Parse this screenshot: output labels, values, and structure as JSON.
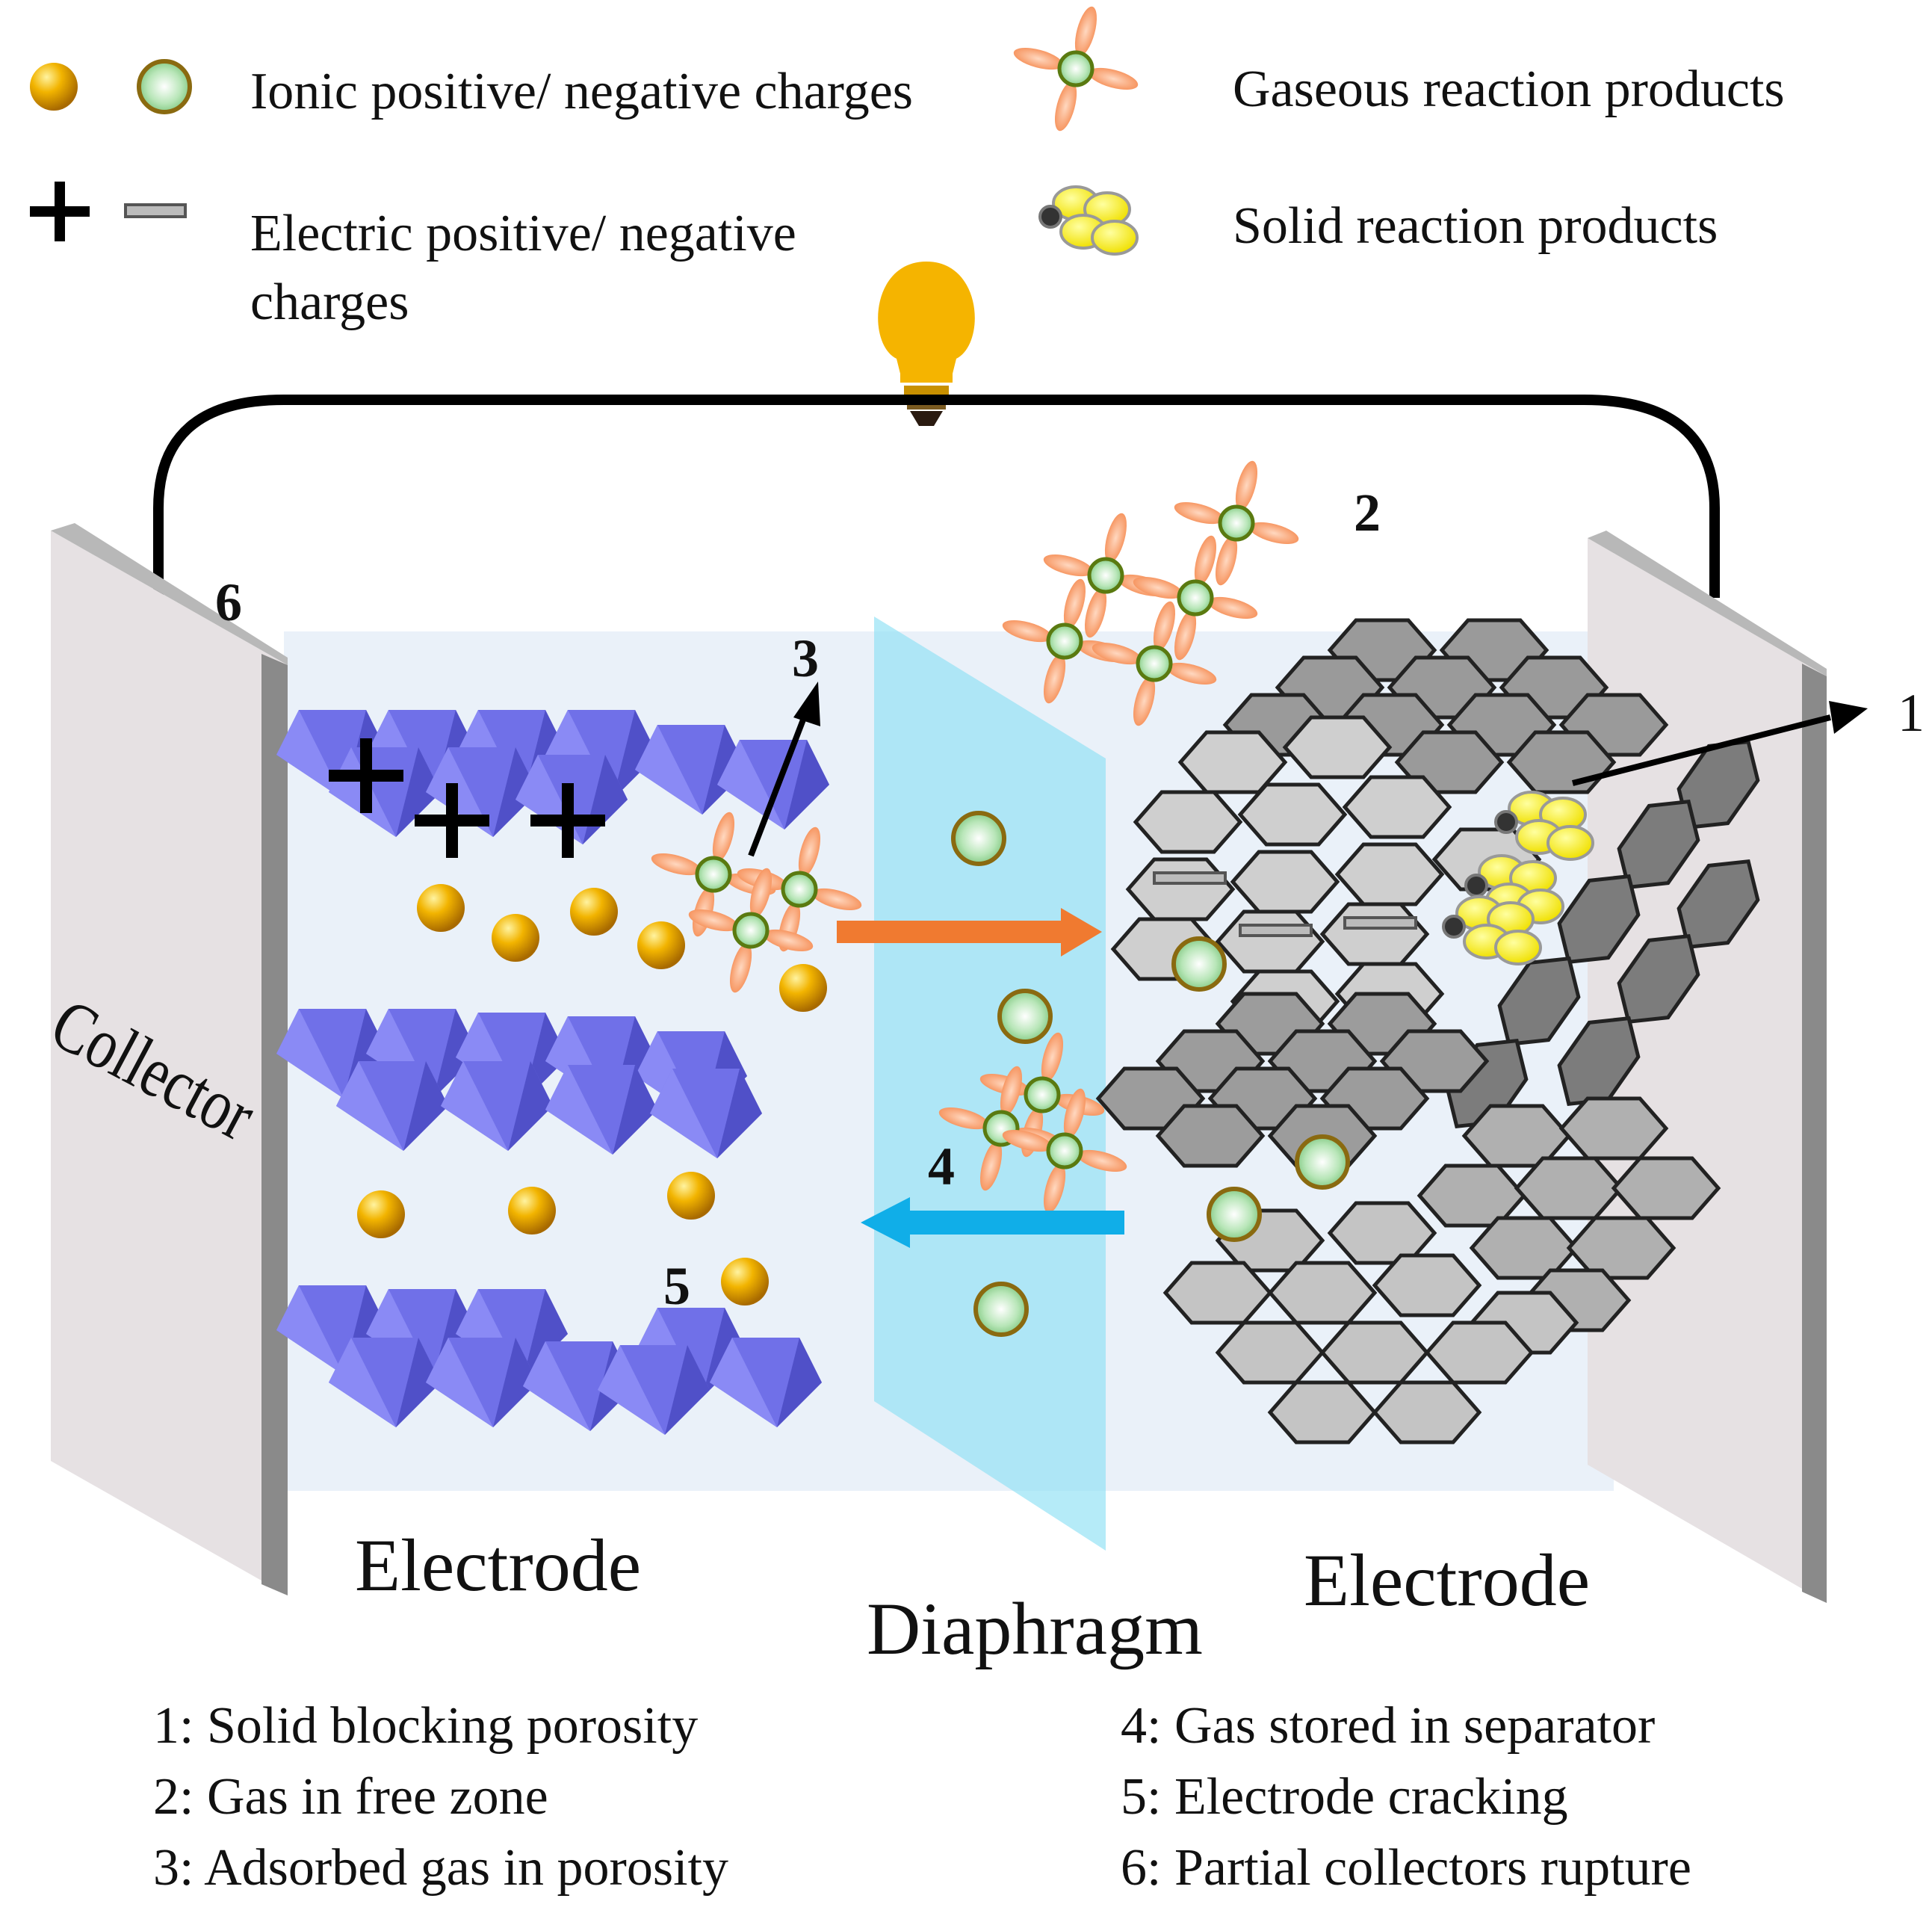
{
  "legend": {
    "ionic_charges": "Ionic positive/ negative charges",
    "electric_charges_line1": "Electric positive/ negative",
    "electric_charges_line2": "charges",
    "gaseous_products": "Gaseous reaction products",
    "solid_products": "Solid reaction products"
  },
  "labels": {
    "collector": "Collector",
    "electrode_left": "Electrode",
    "electrode_right": "Electrode",
    "diaphragm": "Diaphragm"
  },
  "markers": {
    "m1": "1",
    "m2": "2",
    "m3": "3",
    "m4": "4",
    "m5": "5",
    "m6": "6"
  },
  "captions": {
    "c1": "1: Solid blocking porosity",
    "c2": "2: Gas in free zone",
    "c3": "3: Adsorbed gas in porosity",
    "c4": "4: Gas stored in separator",
    "c5": "5: Electrode cracking",
    "c6": "6: Partial collectors rupture"
  },
  "colors": {
    "positive_ion": "#e8a600",
    "negative_ion": "#a8dca8",
    "electrode_left": "#6a6ae0",
    "electrode_right": "#bdbdbd",
    "diaphragm": "#a8e8f5",
    "arrow_orange": "#f07a30",
    "arrow_blue": "#10aee8",
    "bulb": "#f5b400"
  }
}
